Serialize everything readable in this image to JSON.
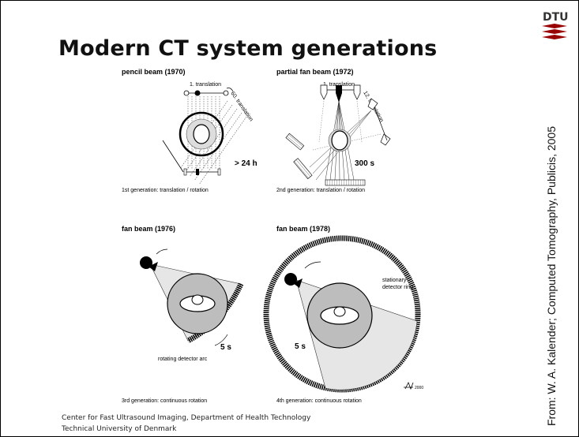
{
  "slide": {
    "title": "Modern CT system generations",
    "logo_text": "DTU",
    "credit": "From: W. A. Kalender; Computed Tomography, Publicis, 2005",
    "footer_line1": "Center for Fast Ultrasound Imaging, Department of Health Technology",
    "footer_line2": "Technical University of Denmark"
  },
  "panels": {
    "p1": {
      "heading": "pencil beam  (1970)",
      "caption": "1st generation: translation / rotation",
      "time": "> 24 h",
      "label_a": "1. translation",
      "label_b": "60. translation"
    },
    "p2": {
      "heading": "partial fan beam  (1972)",
      "caption": "2nd generation: translation / rotation",
      "time": "300 s",
      "label_a": "1. translation",
      "label_b": "12. translation"
    },
    "p3": {
      "heading": "fan beam  (1976)",
      "caption": "3rd generation: continuous rotation",
      "time": "5 s",
      "label_a": "rotating detector arc"
    },
    "p4": {
      "heading": "fan beam  (1978)",
      "caption": "4th generation: continuous rotation",
      "time": "5 s",
      "label_a": "stationary",
      "label_b": "detector ring",
      "signature": "2000"
    }
  },
  "colors": {
    "logo_red": "#990000",
    "fan_fill": "#e6e6e6",
    "disk_fill": "#bdbdbd"
  }
}
